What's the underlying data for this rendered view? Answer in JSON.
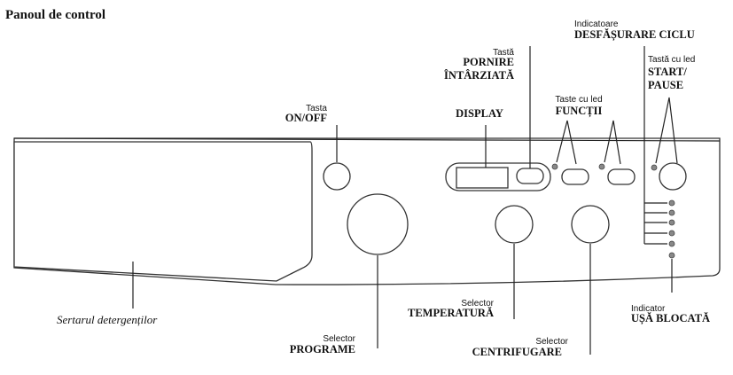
{
  "title": "Panoul de control",
  "labels": {
    "on_off": {
      "small": "Tasta",
      "big": "ON/OFF"
    },
    "display": {
      "big": "DISPLAY"
    },
    "delay_start": {
      "small": "Tastă",
      "big1": "PORNIRE",
      "big2": "ÎNTÂRZIATĂ"
    },
    "functions": {
      "small": "Taste cu led",
      "big": "FUNCȚII"
    },
    "cycle_progress": {
      "small": "Indicatoare",
      "big": "DESFĂȘURARE CICLU"
    },
    "start_pause": {
      "small": "Tastă cu led",
      "big1": "START/",
      "big2": "PAUSE"
    },
    "drawer": {
      "text": "Sertarul detergenților"
    },
    "programs": {
      "small": "Selector",
      "big": "PROGRAME"
    },
    "temperature": {
      "small": "Selector",
      "big": "TEMPERATURĂ"
    },
    "spin": {
      "small": "Selector",
      "big": "CENTRIFUGARE"
    },
    "door_lock": {
      "small": "Indicator",
      "big": "UȘĂ BLOCATĂ"
    }
  },
  "colors": {
    "ink": "#111111",
    "led": "#888888"
  }
}
